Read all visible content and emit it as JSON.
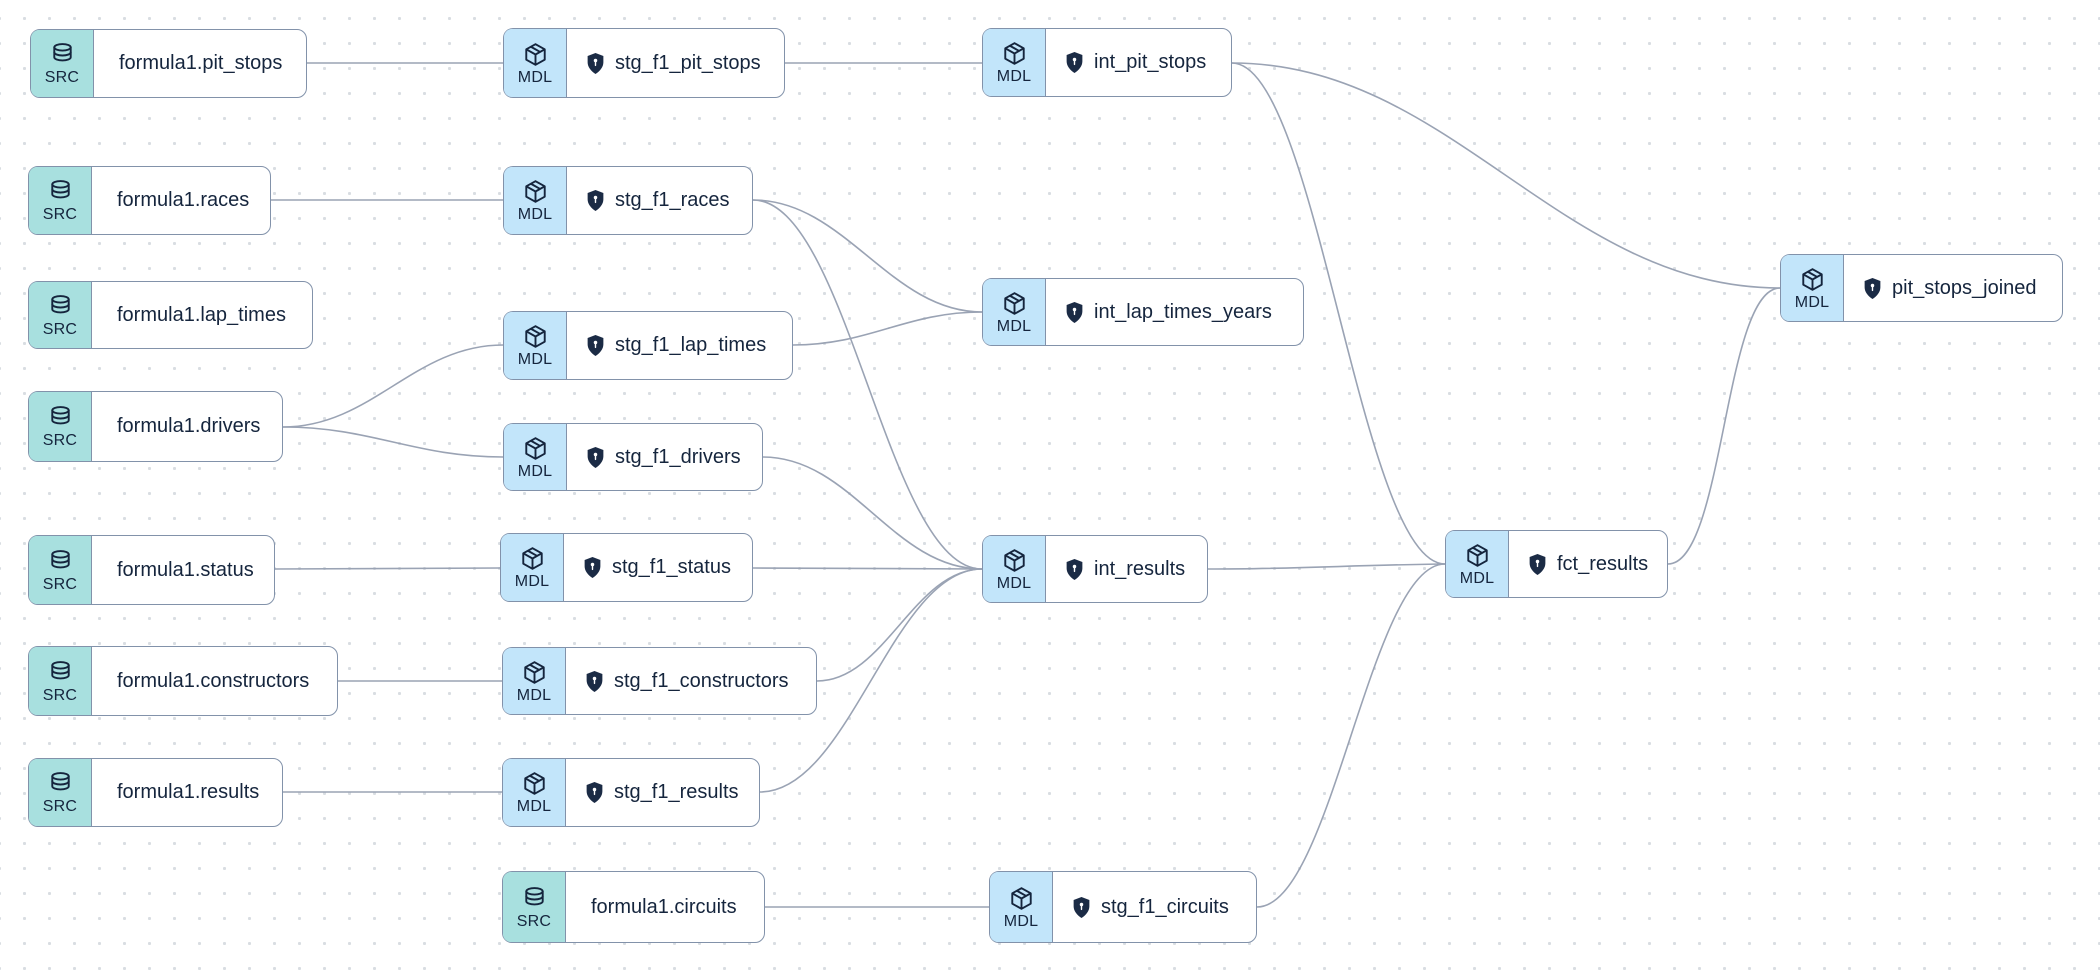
{
  "diagram": {
    "kind": "dbt-lineage-dag",
    "colors": {
      "src_badge_bg": "#a8e0df",
      "mdl_badge_bg": "#c2e5fa",
      "node_border": "#8292aa",
      "node_text": "#15253d",
      "edge": "#9aa3b4",
      "canvas_dot": "#d9dde2",
      "canvas_bg": "#ffffff"
    },
    "icons": {
      "src": "database-icon",
      "mdl": "cube-icon",
      "model_prefix": "shield-lock-icon"
    }
  },
  "nodes": {
    "src_pit_stops": {
      "badge": "SRC",
      "label": "formula1.pit_stops"
    },
    "src_races": {
      "badge": "SRC",
      "label": "formula1.races"
    },
    "src_lap_times": {
      "badge": "SRC",
      "label": "formula1.lap_times"
    },
    "src_drivers": {
      "badge": "SRC",
      "label": "formula1.drivers"
    },
    "src_status": {
      "badge": "SRC",
      "label": "formula1.status"
    },
    "src_constructors": {
      "badge": "SRC",
      "label": "formula1.constructors"
    },
    "src_results": {
      "badge": "SRC",
      "label": "formula1.results"
    },
    "src_circuits": {
      "badge": "SRC",
      "label": "formula1.circuits"
    },
    "stg_pit_stops": {
      "badge": "MDL",
      "label": "stg_f1_pit_stops"
    },
    "stg_races": {
      "badge": "MDL",
      "label": "stg_f1_races"
    },
    "stg_lap_times": {
      "badge": "MDL",
      "label": "stg_f1_lap_times"
    },
    "stg_drivers": {
      "badge": "MDL",
      "label": "stg_f1_drivers"
    },
    "stg_status": {
      "badge": "MDL",
      "label": "stg_f1_status"
    },
    "stg_constructors": {
      "badge": "MDL",
      "label": "stg_f1_constructors"
    },
    "stg_results": {
      "badge": "MDL",
      "label": "stg_f1_results"
    },
    "stg_circuits": {
      "badge": "MDL",
      "label": "stg_f1_circuits"
    },
    "int_pit_stops": {
      "badge": "MDL",
      "label": "int_pit_stops"
    },
    "int_lap_times_years": {
      "badge": "MDL",
      "label": "int_lap_times_years"
    },
    "int_results": {
      "badge": "MDL",
      "label": "int_results"
    },
    "fct_results": {
      "badge": "MDL",
      "label": "fct_results"
    },
    "pit_stops_joined": {
      "badge": "MDL",
      "label": "pit_stops_joined"
    }
  },
  "edges": [
    {
      "from": "formula1.pit_stops",
      "to": "stg_f1_pit_stops"
    },
    {
      "from": "stg_f1_pit_stops",
      "to": "int_pit_stops"
    },
    {
      "from": "int_pit_stops",
      "to": "pit_stops_joined"
    },
    {
      "from": "int_pit_stops",
      "to": "fct_results"
    },
    {
      "from": "formula1.races",
      "to": "stg_f1_races"
    },
    {
      "from": "stg_f1_races",
      "to": "int_lap_times_years"
    },
    {
      "from": "stg_f1_races",
      "to": "int_results"
    },
    {
      "from": "stg_f1_lap_times",
      "to": "int_lap_times_years"
    },
    {
      "from": "formula1.drivers",
      "to": "stg_f1_lap_times"
    },
    {
      "from": "formula1.drivers",
      "to": "stg_f1_drivers"
    },
    {
      "from": "stg_f1_drivers",
      "to": "int_results"
    },
    {
      "from": "formula1.status",
      "to": "stg_f1_status"
    },
    {
      "from": "stg_f1_status",
      "to": "int_results"
    },
    {
      "from": "formula1.constructors",
      "to": "stg_f1_constructors"
    },
    {
      "from": "stg_f1_constructors",
      "to": "int_results"
    },
    {
      "from": "formula1.results",
      "to": "stg_f1_results"
    },
    {
      "from": "stg_f1_results",
      "to": "int_results"
    },
    {
      "from": "int_results",
      "to": "fct_results"
    },
    {
      "from": "formula1.circuits",
      "to": "stg_f1_circuits"
    },
    {
      "from": "stg_f1_circuits",
      "to": "fct_results"
    },
    {
      "from": "fct_results",
      "to": "pit_stops_joined"
    }
  ]
}
